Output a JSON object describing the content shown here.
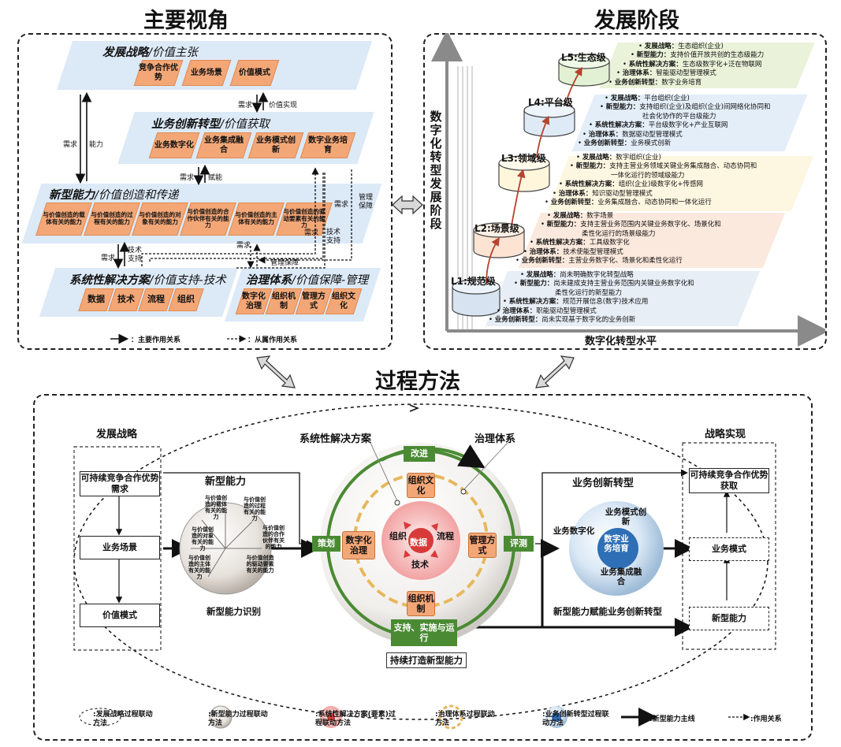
{
  "titles": {
    "main_perspective": "主要视角",
    "dev_stage": "发展阶段",
    "process": "过程方法"
  },
  "perspective": {
    "band1": {
      "title": "发展战略",
      "subtitle": "/价值主张",
      "boxes": [
        "竞争合作优势",
        "业务场景",
        "价值模式"
      ]
    },
    "band2": {
      "title": "业务创新转型",
      "subtitle": "/价值获取",
      "boxes": [
        "业务数字化",
        "业务集成融合",
        "业务模式创新",
        "数字业务培育"
      ]
    },
    "band3": {
      "title": "新型能力",
      "subtitle": "/价值创造和传递",
      "boxes": [
        "与价值创造的载体有关的能力",
        "与价值创造的过程有关的能力",
        "与价值创造的对象有关的能力",
        "与价值创造的合作伙伴有关的能力",
        "与价值创造的主体有关的能力",
        "与价值创造的驱动要素有关的能力"
      ]
    },
    "band4": {
      "title": "系统性解决方案",
      "subtitle": "/价值支持-技术",
      "boxes": [
        "数据",
        "技术",
        "流程",
        "组织"
      ]
    },
    "band5": {
      "title": "治理体系",
      "subtitle": "/价值保障-管理",
      "boxes": [
        "数字化治理",
        "组织机制",
        "管理方式",
        "组织文化"
      ]
    },
    "arrow_labels": [
      "需求",
      "价值实现",
      "需求",
      "能力",
      "需求",
      "赋能",
      "需求",
      "管理保障",
      "需求",
      "技术支持",
      "需求",
      "技术支持",
      "需求",
      "管理保障"
    ],
    "legend": {
      "main": "：主要作用关系",
      "sub": "：从属作用关系"
    }
  },
  "stages": {
    "y_axis": "数字化转型发展阶段",
    "x_axis": "数字化转型水平",
    "levels": [
      {
        "name": "L5:生态级",
        "lines": [
          [
            "发展战略：",
            "生态组织(企业)"
          ],
          [
            "新型能力：",
            "支持价值开放共创的生态级能力"
          ],
          [
            "系统性解决方案：",
            "生态级数字化+泛在物联网"
          ],
          [
            "治理体系：",
            "智能驱动型管理模式"
          ],
          [
            "业务创新转型：",
            "数字业务培育"
          ]
        ]
      },
      {
        "name": "L4:平台级",
        "lines": [
          [
            "发展战略：",
            "平台组织(企业)"
          ],
          [
            "新型能力：",
            "支持组织(企业)及组织(企业)间网络化协同和"
          ],
          [
            "",
            "社会化协作的平台级能力"
          ],
          [
            "系统性解决方案：",
            "平台级数字化+产业互联网"
          ],
          [
            "治理体系：",
            "数据驱动型管理模式"
          ],
          [
            "业务创新转型：",
            "业务模式创新"
          ]
        ]
      },
      {
        "name": "L3:领域级",
        "lines": [
          [
            "发展战略：",
            "数字组织(企业)"
          ],
          [
            "新型能力：",
            "支持主营业务领域关键业务集成融合、动态协同和"
          ],
          [
            "",
            "一体化运行的领域级能力"
          ],
          [
            "系统性解决方案：",
            "组织(企业)级数字化+传感网"
          ],
          [
            "治理体系：",
            "知识驱动型管理模式"
          ],
          [
            "业务创新转型：",
            "业务集成融合、动态协同和一体化运行"
          ]
        ]
      },
      {
        "name": "L2:场景级",
        "lines": [
          [
            "发展战略：",
            "数字场景"
          ],
          [
            "新型能力：",
            "支持主营业务范围内关键业务数字化、场景化和"
          ],
          [
            "",
            "柔性化运行的场景级能力"
          ],
          [
            "系统性解决方案：",
            "工具级数字化"
          ],
          [
            "治理体系：",
            "技术使能型管理模式"
          ],
          [
            "业务创新转型：",
            "主营业务数字化、场景化和柔性化运行"
          ]
        ]
      },
      {
        "name": "L1:规范级",
        "lines": [
          [
            "发展战略：",
            "尚未明确数字化转型战略"
          ],
          [
            "新型能力：",
            "尚未建成支持主营业务范围内关键业务数字化和"
          ],
          [
            "",
            "柔性化运行的新型能力"
          ],
          [
            "系统性解决方案：",
            "规范开展信息(数字)技术应用"
          ],
          [
            "治理体系：",
            "职能驱动型管理模式"
          ],
          [
            "业务创新转型：",
            "尚未实现基于数字化的业务创新"
          ]
        ]
      }
    ]
  },
  "process": {
    "left_title": "发展战略",
    "left_boxes": [
      "可持续竞争合作优势需求",
      "业务场景",
      "价值模式"
    ],
    "right_title": "战略实现",
    "right_boxes": [
      "可持续竞争合作优势获取",
      "业务模式",
      "新型能力"
    ],
    "capability_title": "新型能力",
    "capability_caption": "新型能力识别",
    "sphere_text": [
      "与价值创造的载体有关的能力",
      "与价值创造的过程有关的能力",
      "与价值创造的对象有关的能力",
      "与价值创造的合作伙伴有关的能力",
      "与价值创造的主体有关的能力",
      "与价值创造的驱动要素有关的能力"
    ],
    "system_label": "系统性解决方案",
    "governance_label": "治理体系",
    "tags": {
      "improve": "改进",
      "plan": "策划",
      "evaluate": "评测",
      "support": "支持、实施与运行"
    },
    "org_boxes": [
      "组织文化",
      "数字化治理",
      "管理方式",
      "组织机制"
    ],
    "core": {
      "data": "数据",
      "org": "组织",
      "process": "流程",
      "tech": "技术"
    },
    "center_caption": "持续打造新型能力",
    "biz_title": "业务创新转型",
    "biz_items": [
      "业务数字化",
      "业务模式创新",
      "数字业务培育",
      "业务集成融合"
    ],
    "biz_caption": "新型能力赋能业务创新转型",
    "legend": [
      ":发展战略过程联动方法",
      ":新型能力过程联动方法",
      ":系统性解决方案(要素)过程联动方法",
      ":治理体系过程联动方法",
      ":业务创新转型过程联动方法",
      ":新型能力主线",
      ":作用关系"
    ]
  }
}
